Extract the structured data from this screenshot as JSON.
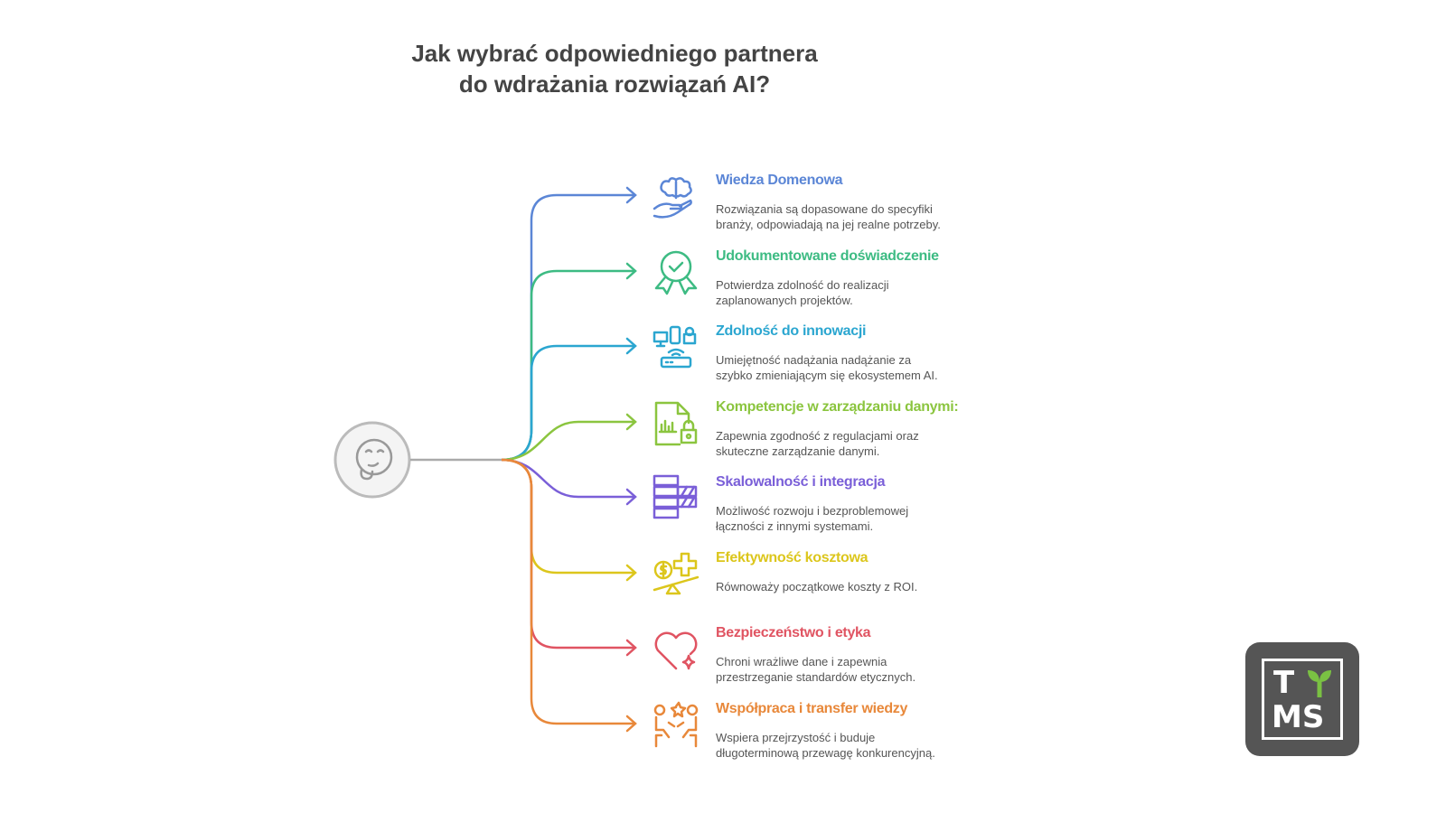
{
  "title": {
    "line1": "Jak wybrać odpowiedniego partnera",
    "line2": "do wdrażania rozwiązań AI?"
  },
  "center_icon": "thinking-face-icon",
  "items": [
    {
      "title": "Wiedza Domenowa",
      "line1": "Rozwiązania są dopasowane do specyfiki",
      "line2": "branży, odpowiadają na jej realne potrzeby.",
      "color": "#5b86d6",
      "icon": "brain-hand-icon"
    },
    {
      "title": "Udokumentowane doświadczenie",
      "line1": "Potwierdza zdolność do realizacji",
      "line2": "zaplanowanych projektów.",
      "color": "#3dbb83",
      "icon": "award-badge-icon"
    },
    {
      "title": "Zdolność do innowacji",
      "line1": "Umiejętność nadążania nadążanie za",
      "line2": "szybko zmieniającym się ekosystemem AI.",
      "color": "#2ba6d0",
      "icon": "devices-network-icon"
    },
    {
      "title": "Kompetencje w zarządzaniu danymi:",
      "line1": "Zapewnia zgodność z regulacjami oraz",
      "line2": "skuteczne zarządzanie danymi.",
      "color": "#8bc53f",
      "icon": "data-lock-icon"
    },
    {
      "title": "Skalowalność i integracja",
      "line1": "Możliwość rozwoju i bezproblemowej",
      "line2": "łączności z innymi systemami.",
      "color": "#7a5fd8",
      "icon": "stacked-blocks-icon"
    },
    {
      "title": "Efektywność kosztowa",
      "line1": "Równoważy początkowe koszty z ROI.",
      "line2": "",
      "color": "#dcc61c",
      "icon": "cost-balance-icon"
    },
    {
      "title": "Bezpieczeństwo i etyka",
      "line1": "Chroni wrażliwe dane i zapewnia",
      "line2": "przestrzeganie standardów etycznych.",
      "color": "#e05462",
      "icon": "heart-sparkle-icon"
    },
    {
      "title": "Współpraca i transfer wiedzy",
      "line1": "Wspiera przejrzystość i buduje",
      "line2": "długoterminową przewagę konkurencyjną.",
      "color": "#e8883a",
      "icon": "collaboration-icon"
    }
  ],
  "logo": {
    "t": "T",
    "ms": "MS",
    "accent": "#7ac143"
  }
}
